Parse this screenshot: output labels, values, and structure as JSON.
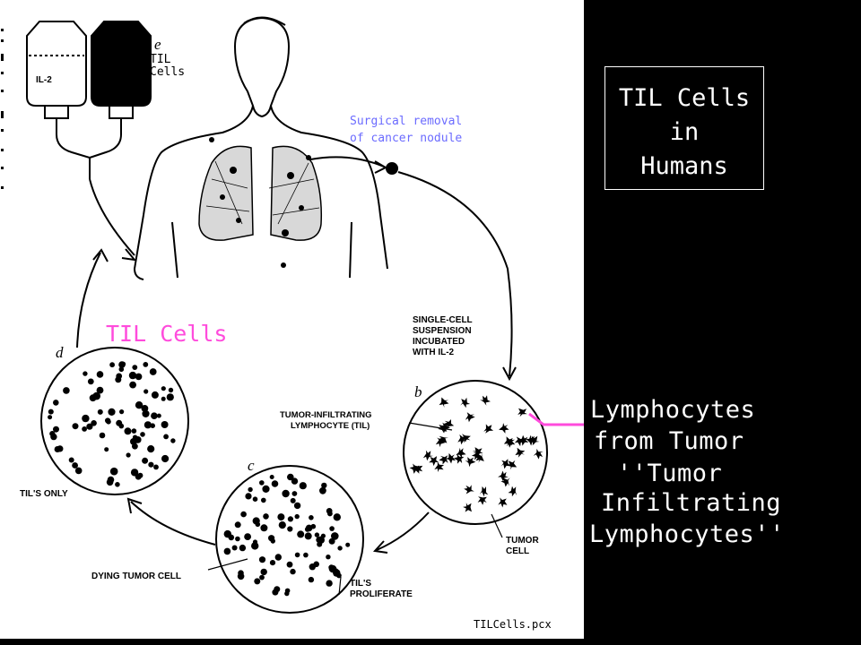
{
  "title": {
    "line1": "TIL Cells",
    "line2": "in",
    "line3": "Humans"
  },
  "side_labels": {
    "line1": "Lymphocytes",
    "line2": "from Tumor",
    "line3": "''Tumor",
    "line4": "Infiltrating",
    "line5": "Lymphocytes''"
  },
  "diagram": {
    "bag_label_il2": "IL-2",
    "bag_letter": "e",
    "bag_cells_line1": "TIL",
    "bag_cells_line2": "Cells",
    "surgical_line1": "Surgical removal",
    "surgical_line2": "of cancer nodule",
    "til_cells_label": "TIL Cells",
    "single_cell_line1": "SINGLE-CELL",
    "single_cell_line2": "SUSPENSION",
    "single_cell_line3": "INCUBATED",
    "single_cell_line4": "WITH IL-2",
    "stage_b": "b",
    "stage_c": "c",
    "stage_d": "d",
    "til_label_line1": "TUMOR-INFILTRATING",
    "til_label_line2": "LYMPHOCYTE (TIL)",
    "tils_only": "TIL'S ONLY",
    "tumor_cell_line1": "TUMOR",
    "tumor_cell_line2": "CELL",
    "dying_tumor_cell": "DYING TUMOR CELL",
    "tils_prolif_line1": "TIL'S",
    "tils_prolif_line2": "PROLIFERATE",
    "filename": "TILCells.pcx"
  },
  "colors": {
    "background": "#000000",
    "panel": "#ffffff",
    "blue_text": "#6b6bff",
    "pink_text": "#ff4bdc"
  }
}
